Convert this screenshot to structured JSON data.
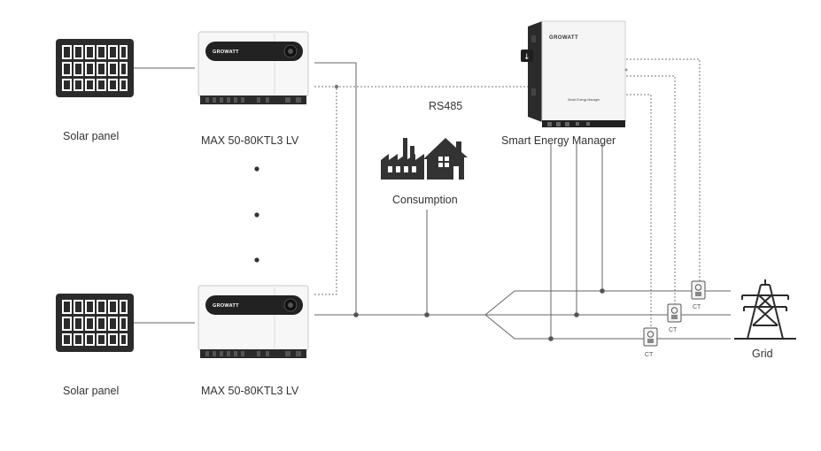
{
  "labels": {
    "solar_panel_top": "Solar panel",
    "solar_panel_bottom": "Solar panel",
    "inverter_top": "MAX 50-80KTL3 LV",
    "inverter_bottom": "MAX 50-80KTL3 LV",
    "rs485": "RS485",
    "consumption": "Consumption",
    "smart_energy_manager": "Smart Energy Manager",
    "grid": "Grid",
    "ct_1": "CT",
    "ct_2": "CT",
    "ct_3": "CT"
  },
  "brand": {
    "logo_text": "GROWATT",
    "sem_plate": "Smart Energy Manager"
  },
  "colors": {
    "line": "#666666",
    "dotted": "#777777",
    "device_dark": "#222222",
    "panel_dark": "#2b2b2b"
  }
}
